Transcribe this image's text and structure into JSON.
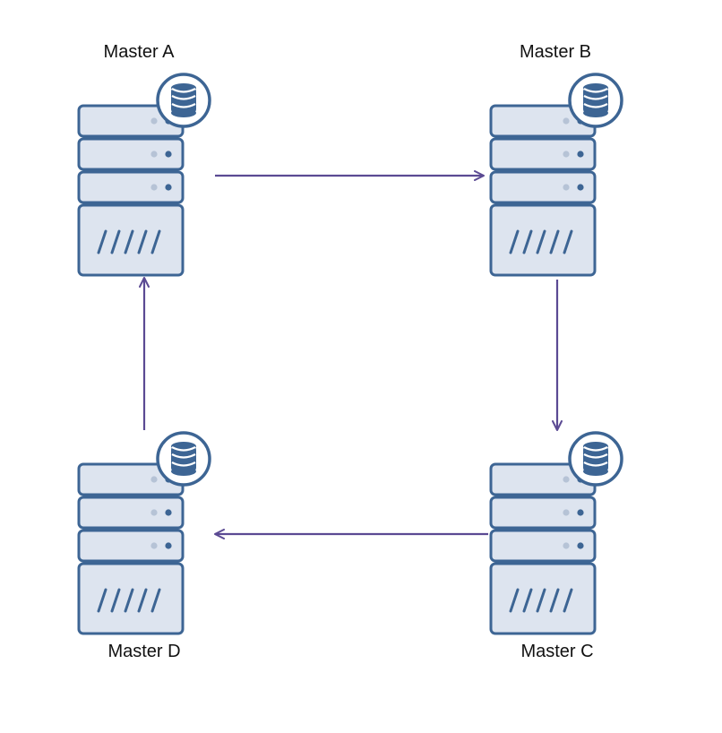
{
  "diagram": {
    "colors": {
      "server_fill": "#dde4ef",
      "server_stroke": "#3d6594",
      "slot_dot_light": "#b6c3d6",
      "slot_dot_dark": "#3d6594",
      "badge_fill": "#ffffff",
      "db_icon": "#3d6594",
      "arrow": "#5b4a93",
      "label_text": "#111111"
    },
    "nodes": [
      {
        "id": "master-a",
        "label": "Master A",
        "label_position": "above"
      },
      {
        "id": "master-b",
        "label": "Master B",
        "label_position": "above"
      },
      {
        "id": "master-c",
        "label": "Master C",
        "label_position": "below"
      },
      {
        "id": "master-d",
        "label": "Master D",
        "label_position": "below"
      }
    ],
    "edges": [
      {
        "from": "master-a",
        "to": "master-b"
      },
      {
        "from": "master-b",
        "to": "master-c"
      },
      {
        "from": "master-c",
        "to": "master-d"
      },
      {
        "from": "master-d",
        "to": "master-a"
      }
    ],
    "icons": {
      "server": "server-rack-icon",
      "badge": "database-icon"
    }
  }
}
